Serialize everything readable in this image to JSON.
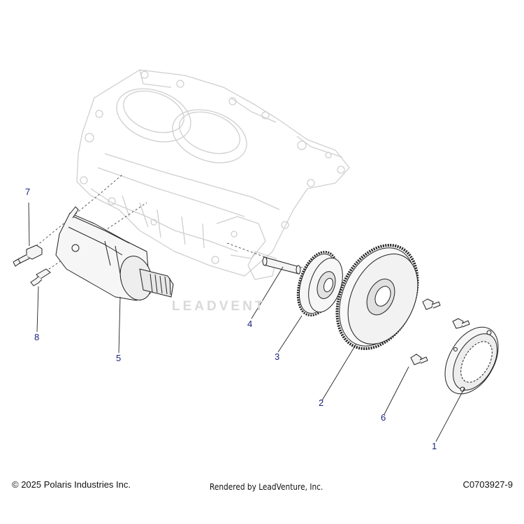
{
  "diagram": {
    "callouts": [
      {
        "id": "1",
        "label": "1"
      },
      {
        "id": "2",
        "label": "2"
      },
      {
        "id": "3",
        "label": "3"
      },
      {
        "id": "4",
        "label": "4"
      },
      {
        "id": "5",
        "label": "5"
      },
      {
        "id": "6",
        "label": "6"
      },
      {
        "id": "7",
        "label": "7"
      },
      {
        "id": "8",
        "label": "8"
      }
    ],
    "watermark": "LEADVENT",
    "colors": {
      "callout": "#1a237e",
      "line": "#222222",
      "ghost": "#d0d0d0"
    }
  },
  "footer": {
    "copyright": "© 2025 Polaris Industries Inc.",
    "rendered_by": "Rendered by LeadVenture, Inc.",
    "figure_code": "C0703927-9"
  }
}
